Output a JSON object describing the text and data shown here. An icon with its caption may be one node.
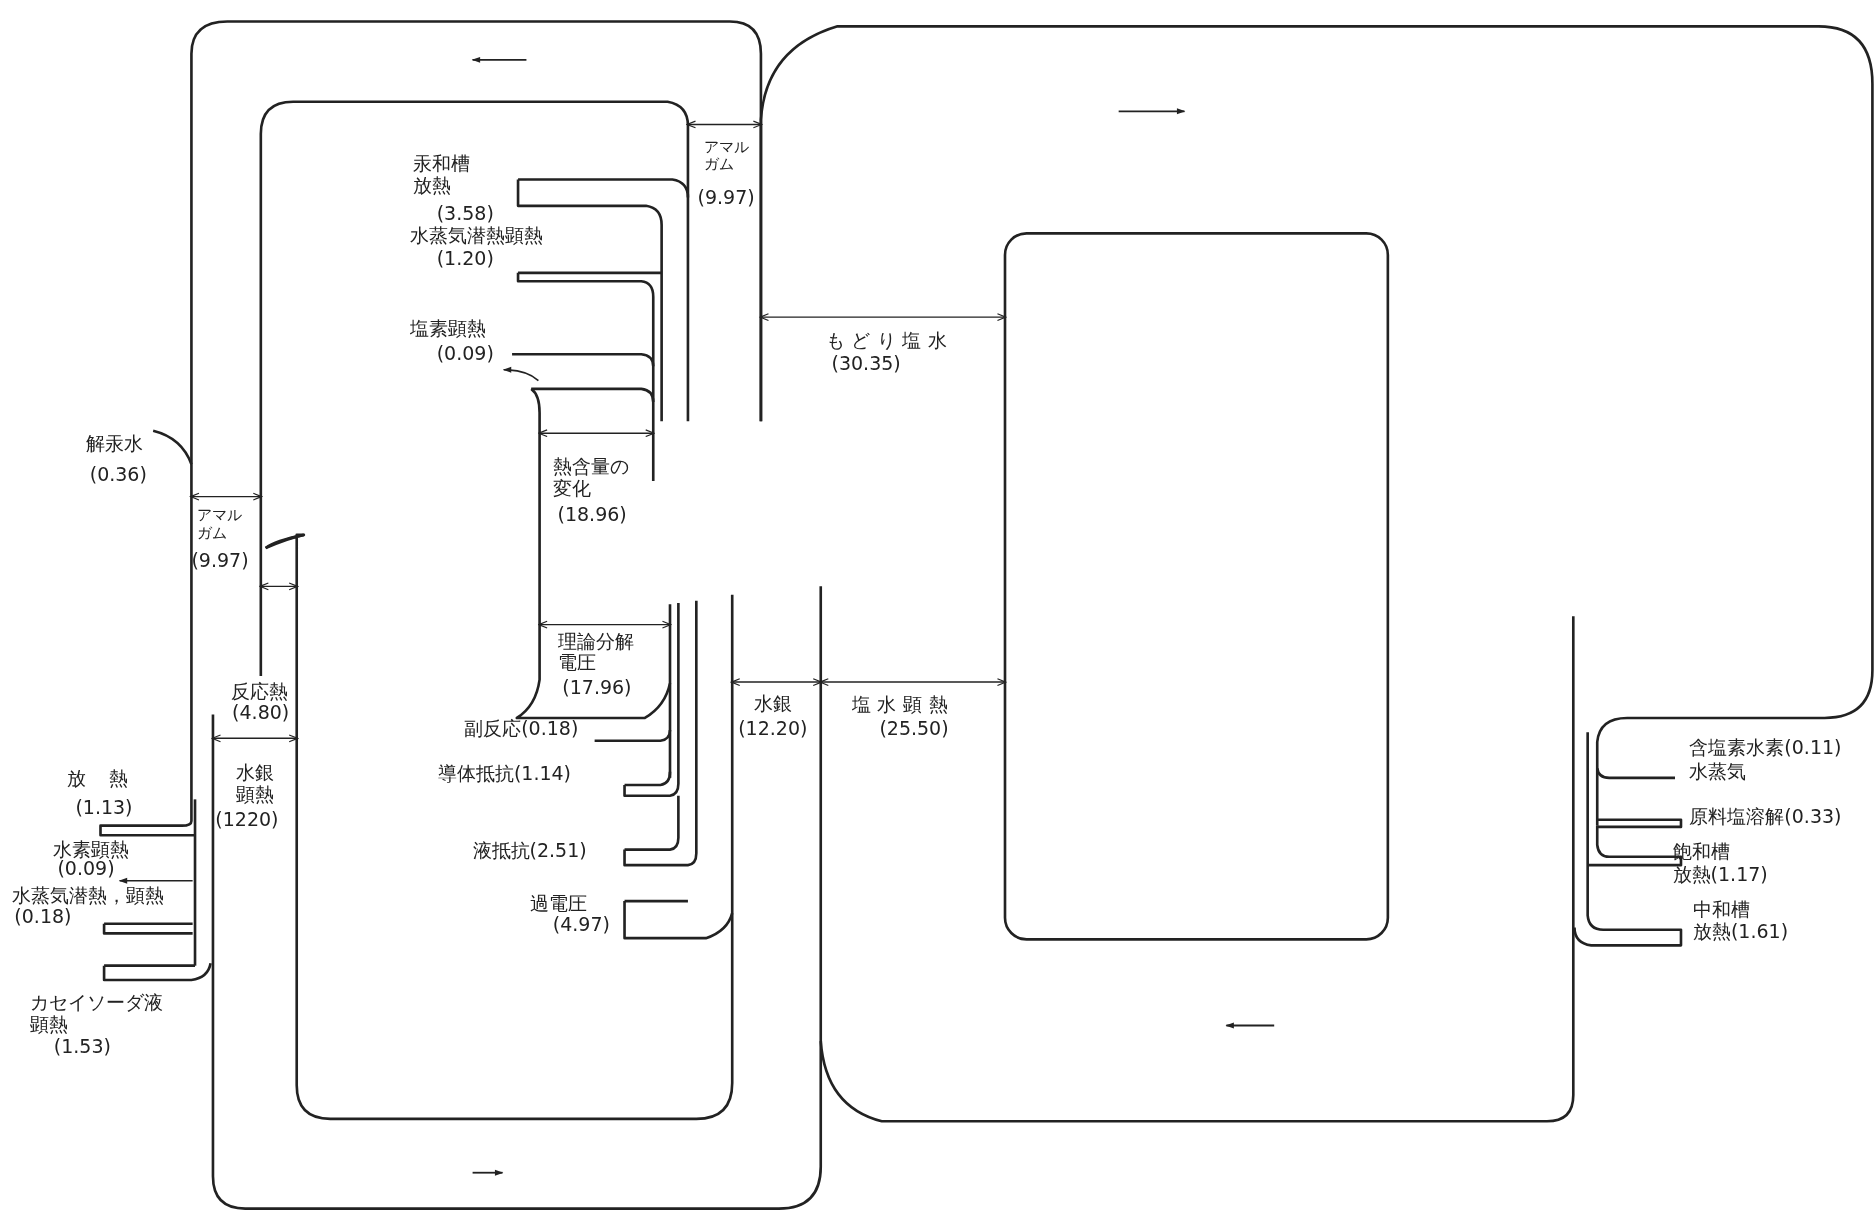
{
  "diagram": {
    "labels": [
      "アマルガム",
      "(9.97)",
      "汞和槽放熱",
      "(3.58)",
      "水蒸気潜熱顕熱",
      "(1.20)",
      "塩素顕熱",
      "(0.09)",
      "もどり塩水",
      "(30.35)",
      "解汞水",
      "(0.36)",
      "熱含量の変化",
      "(18.96)",
      "アマルガム",
      "(9.97)",
      "理論分解電圧",
      "反応熱",
      "(17.96)",
      "(4.80)",
      "副反応(0.18)",
      "水銀",
      "(12.20)",
      "塩水顕熱",
      "(25.50)",
      "水銀顕熱",
      "(1220)",
      "放熱",
      "(1.13)",
      "導体抵抗(1.14)",
      "含塩素水素(0.11)",
      "水蒸気",
      "水素顕熱",
      "原料塩溶解(0.33)",
      "(0.09)",
      "液抵抗(2.51)",
      "飽和槽",
      "放熱(1.17)",
      "水蒸気潜熱，顕熱",
      "過電圧",
      "(4.97)",
      "(0.18)",
      "中和槽",
      "放熱(1.61)",
      "カセイソーダ液顕熱",
      "(1.53)"
    ]
  }
}
